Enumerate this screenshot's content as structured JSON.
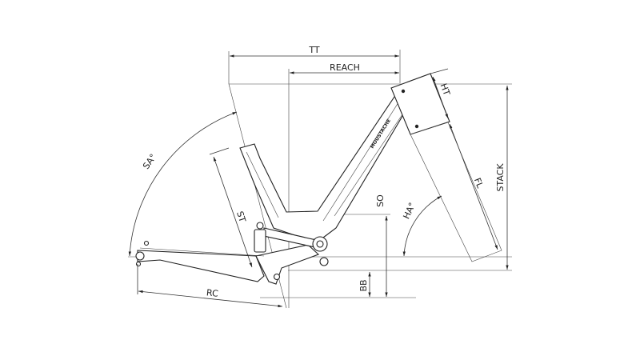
{
  "diagram": {
    "title": "Bike frame geometry",
    "logo_text": "MOUSTACHE",
    "labels": {
      "tt": "TT",
      "reach": "REACH",
      "ht": "HT",
      "stack": "STACK",
      "fl": "FL",
      "so": "SO",
      "ha": "HA°",
      "sa": "SA°",
      "st": "ST",
      "rc": "RC",
      "bb": "BB"
    }
  }
}
